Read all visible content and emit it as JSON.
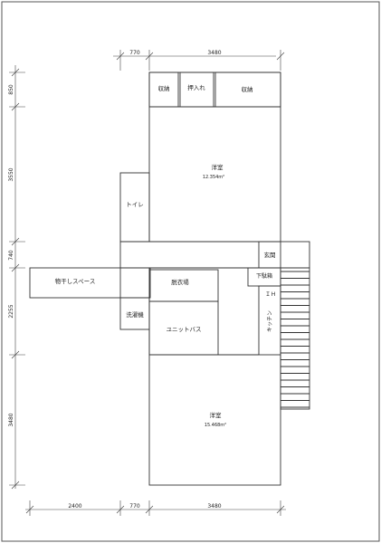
{
  "dimensions": {
    "top_left": "770",
    "top_right": "3480",
    "bottom_left": "2400",
    "bottom_mid": "770",
    "bottom_right": "3480",
    "left_1": "850",
    "left_2": "3550",
    "left_3": "740",
    "left_4": "2255",
    "left_5": "3480"
  },
  "rooms": {
    "closet_left": "収納",
    "oshiire": "押入れ",
    "closet_right": "収納",
    "western_room_north": "洋室",
    "western_room_north_area": "12.354m²",
    "toilet": "トイレ",
    "entrance": "玄関",
    "shoe_box": "下駄箱",
    "drying_space": "物干しスペース",
    "dressing_room": "脱衣場",
    "washing_machine": "洗濯機",
    "unit_bath": "ユニットバス",
    "ih": "ＩＨ",
    "kitchen": "キッチン",
    "western_room_south": "洋室",
    "western_room_south_area": "15.468m²"
  }
}
